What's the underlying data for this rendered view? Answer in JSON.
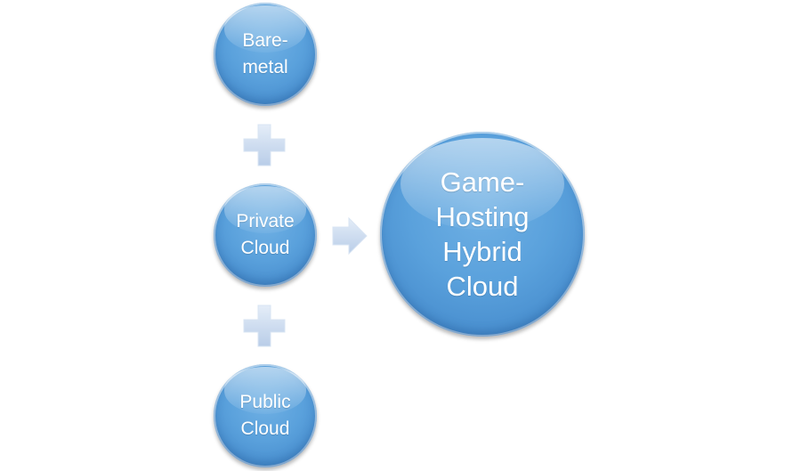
{
  "diagram": {
    "inputs": [
      {
        "id": "bare-metal",
        "label": "Bare-\nmetal"
      },
      {
        "id": "private-cloud",
        "label": "Private\nCloud"
      },
      {
        "id": "public-cloud",
        "label": "Public\nCloud"
      }
    ],
    "output": {
      "id": "hybrid",
      "label": "Game-\nHosting\nHybrid\nCloud"
    },
    "operators": [
      "plus-icon",
      "plus-icon",
      "arrow-right-icon"
    ],
    "colors": {
      "circle": "#5aa1dc",
      "operator": "#c9d9ef"
    }
  }
}
